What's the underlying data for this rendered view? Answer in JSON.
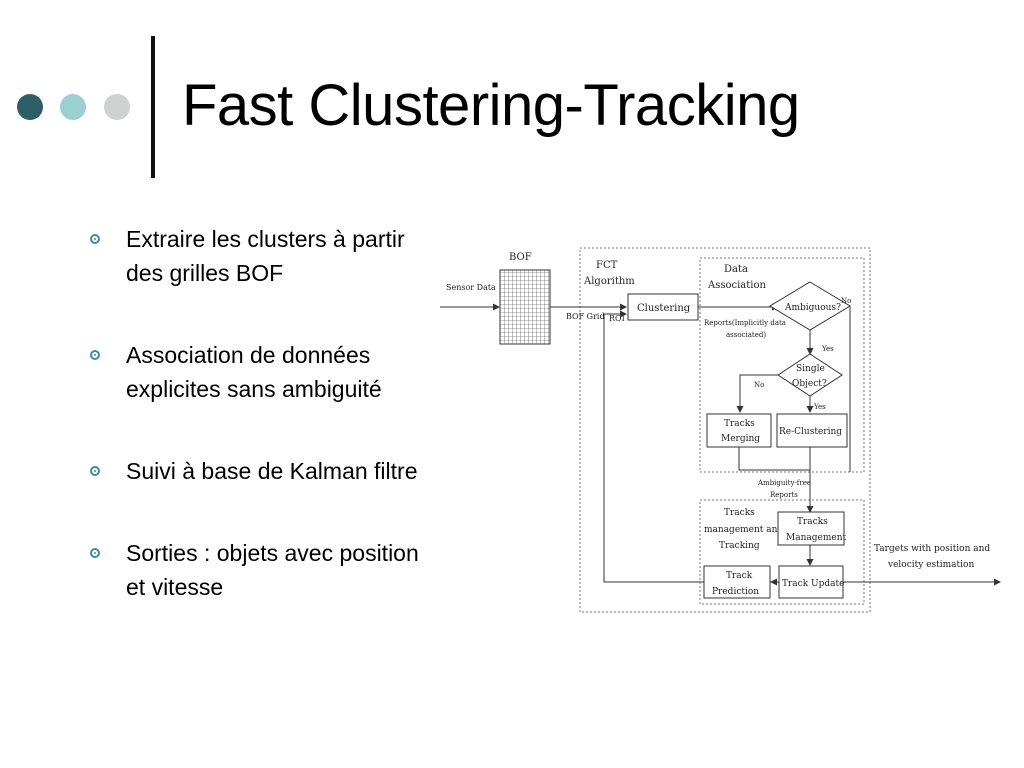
{
  "slide": {
    "title": "Fast Clustering-Tracking",
    "decoration_colors": [
      "#2e5f66",
      "#9ccfd2",
      "#cfd1d1"
    ]
  },
  "bullets": [
    {
      "line1": "Extraire les clusters à partir",
      "line2": "des grilles BOF"
    },
    {
      "line1": "Association de données",
      "line2": "explicites sans ambiguité"
    },
    {
      "line1": "Suivi à base de Kalman filtre",
      "line2": ""
    },
    {
      "line1": "Sorties : objets avec position",
      "line2": "et vitesse"
    }
  ],
  "diagram": {
    "sensor_data": "Sensor Data",
    "bof": "BOF",
    "bof_grid": "BOF Grid",
    "fct_algorithm_l1": "FCT",
    "fct_algorithm_l2": "Algorithm",
    "roi": "ROI",
    "clustering": "Clustering",
    "data_association_l1": "Data",
    "data_association_l2": "Association",
    "ambiguous": "Ambiguous?",
    "no_1": "No",
    "reports_l1": "Reports(Implicitly data",
    "reports_l2": "associated)",
    "yes_1": "Yes",
    "single_object_l1": "Single",
    "single_object_l2": "Object?",
    "no_2": "No",
    "yes_2": "Yes",
    "tracks_merging_l1": "Tracks",
    "tracks_merging_l2": "Merging",
    "re_clustering": "Re-Clustering",
    "ambiguity_free_l1": "Ambiguity-free",
    "ambiguity_free_l2": "Reports",
    "tracks_mgmt_tracking_l1": "Tracks",
    "tracks_mgmt_tracking_l2": "management and",
    "tracks_mgmt_tracking_l3": "Tracking",
    "tracks_management_l1": "Tracks",
    "tracks_management_l2": "Management",
    "track_prediction_l1": "Track",
    "track_prediction_l2": "Prediction",
    "track_update": "Track Update",
    "targets_l1": "Targets with position and",
    "targets_l2": "velocity estimation"
  }
}
